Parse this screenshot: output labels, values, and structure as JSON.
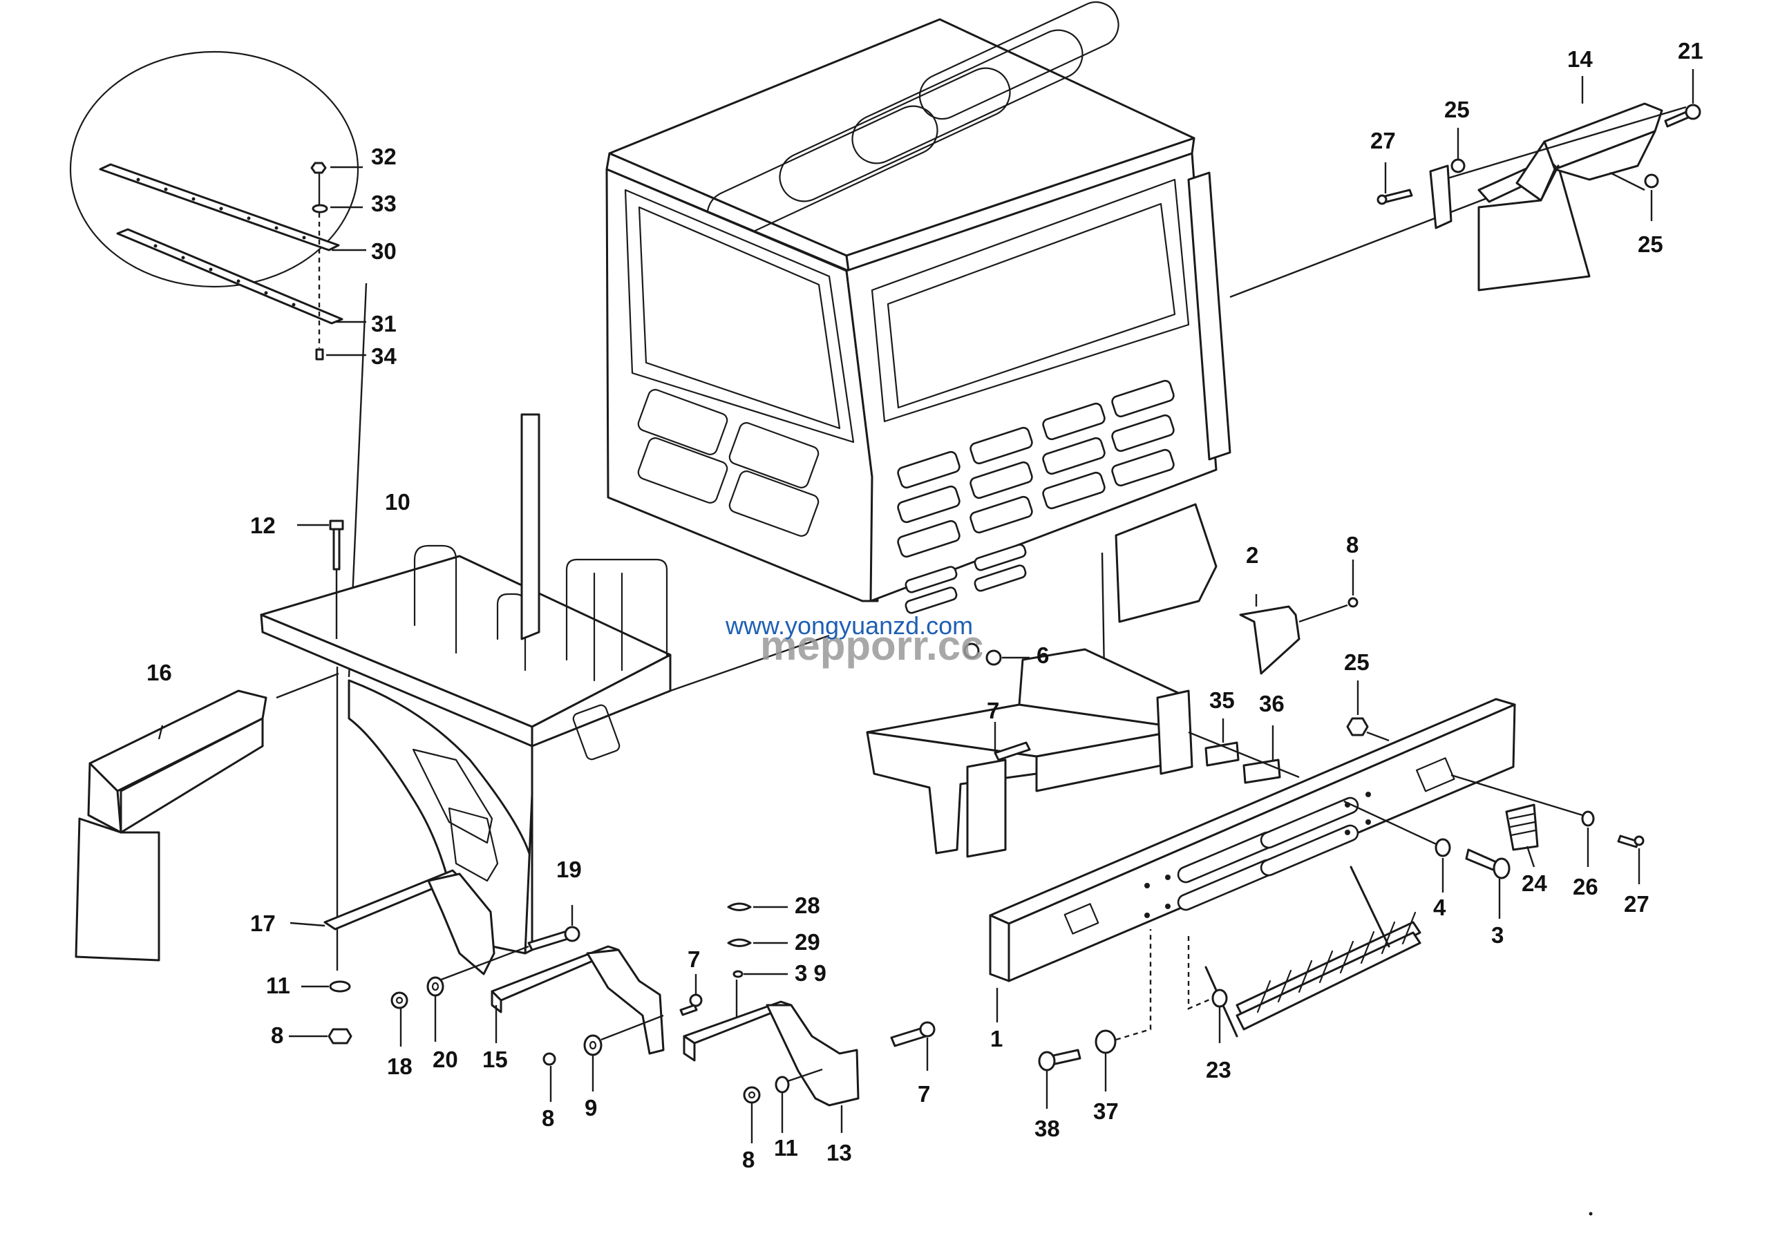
{
  "callouts": [
    {
      "id": "c1",
      "text": "1"
    },
    {
      "id": "c2",
      "text": "2"
    },
    {
      "id": "c3",
      "text": "3"
    },
    {
      "id": "c4",
      "text": "4"
    },
    {
      "id": "c6",
      "text": "6"
    },
    {
      "id": "c7a",
      "text": "7"
    },
    {
      "id": "c7b",
      "text": "7"
    },
    {
      "id": "c7c",
      "text": "7"
    },
    {
      "id": "c8a",
      "text": "8"
    },
    {
      "id": "c8b",
      "text": "8"
    },
    {
      "id": "c8c",
      "text": "8"
    },
    {
      "id": "c8d",
      "text": "8"
    },
    {
      "id": "c9",
      "text": "9"
    },
    {
      "id": "c10",
      "text": "10"
    },
    {
      "id": "c11a",
      "text": "11"
    },
    {
      "id": "c11b",
      "text": "11"
    },
    {
      "id": "c12",
      "text": "12"
    },
    {
      "id": "c13",
      "text": "13"
    },
    {
      "id": "c14",
      "text": "14"
    },
    {
      "id": "c15",
      "text": "15"
    },
    {
      "id": "c16",
      "text": "16"
    },
    {
      "id": "c17",
      "text": "17"
    },
    {
      "id": "c18",
      "text": "18"
    },
    {
      "id": "c19",
      "text": "19"
    },
    {
      "id": "c20",
      "text": "20"
    },
    {
      "id": "c21",
      "text": "21"
    },
    {
      "id": "c23",
      "text": "23"
    },
    {
      "id": "c24",
      "text": "24"
    },
    {
      "id": "c25a",
      "text": "25"
    },
    {
      "id": "c25b",
      "text": "25"
    },
    {
      "id": "c25c",
      "text": "25"
    },
    {
      "id": "c26",
      "text": "26"
    },
    {
      "id": "c27a",
      "text": "27"
    },
    {
      "id": "c27b",
      "text": "27"
    },
    {
      "id": "c28",
      "text": "28"
    },
    {
      "id": "c29",
      "text": "29"
    },
    {
      "id": "c30",
      "text": "30"
    },
    {
      "id": "c31",
      "text": "31"
    },
    {
      "id": "c32",
      "text": "32"
    },
    {
      "id": "c33",
      "text": "33"
    },
    {
      "id": "c34",
      "text": "34"
    },
    {
      "id": "c35",
      "text": "35"
    },
    {
      "id": "c36",
      "text": "36"
    },
    {
      "id": "c37",
      "text": "37"
    },
    {
      "id": "c38",
      "text": "38"
    },
    {
      "id": "c39",
      "text": "3 9"
    }
  ],
  "watermark": {
    "url_text": "www.yongyuanzd.com",
    "brand_text": "mepporr.cc",
    "url_color": "#1f5fb4",
    "brand_color": "#9a9a9a"
  },
  "colors": {
    "line": "#1a1a1a",
    "background": "#ffffff"
  }
}
